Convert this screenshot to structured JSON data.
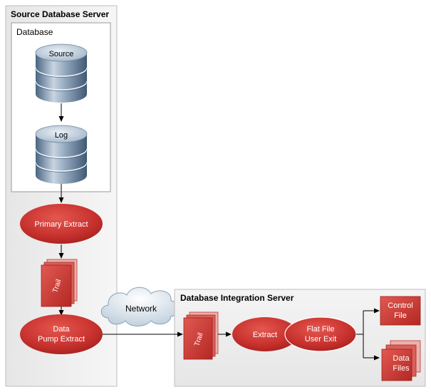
{
  "source_server": {
    "title": "Source Database Server"
  },
  "database_box": {
    "title": "Database"
  },
  "source_db": {
    "label": "Source"
  },
  "log_db": {
    "label": "Log"
  },
  "primary_extract": {
    "label": "Primary Extract"
  },
  "trail_source": {
    "label": "Trail"
  },
  "data_pump": {
    "line1": "Data",
    "line2": "Pump Extract"
  },
  "network": {
    "label": "Network"
  },
  "integration_server": {
    "title": "Database Integration Server"
  },
  "trail_target": {
    "label": "Trail"
  },
  "extract": {
    "label": "Extract"
  },
  "flat_file": {
    "line1": "Flat File",
    "line2": "User Exit"
  },
  "control_file": {
    "line1": "Control",
    "line2": "File"
  },
  "data_files": {
    "line1": "Data",
    "line2": "Files"
  },
  "colors": {
    "red": "#c8322e",
    "red_dark": "#9e1d1a",
    "red_light": "#e05a52",
    "db_blue": "#5d7c9c",
    "db_blue_light": "#b7c7d6",
    "panel_grey": "#eeeeee"
  }
}
